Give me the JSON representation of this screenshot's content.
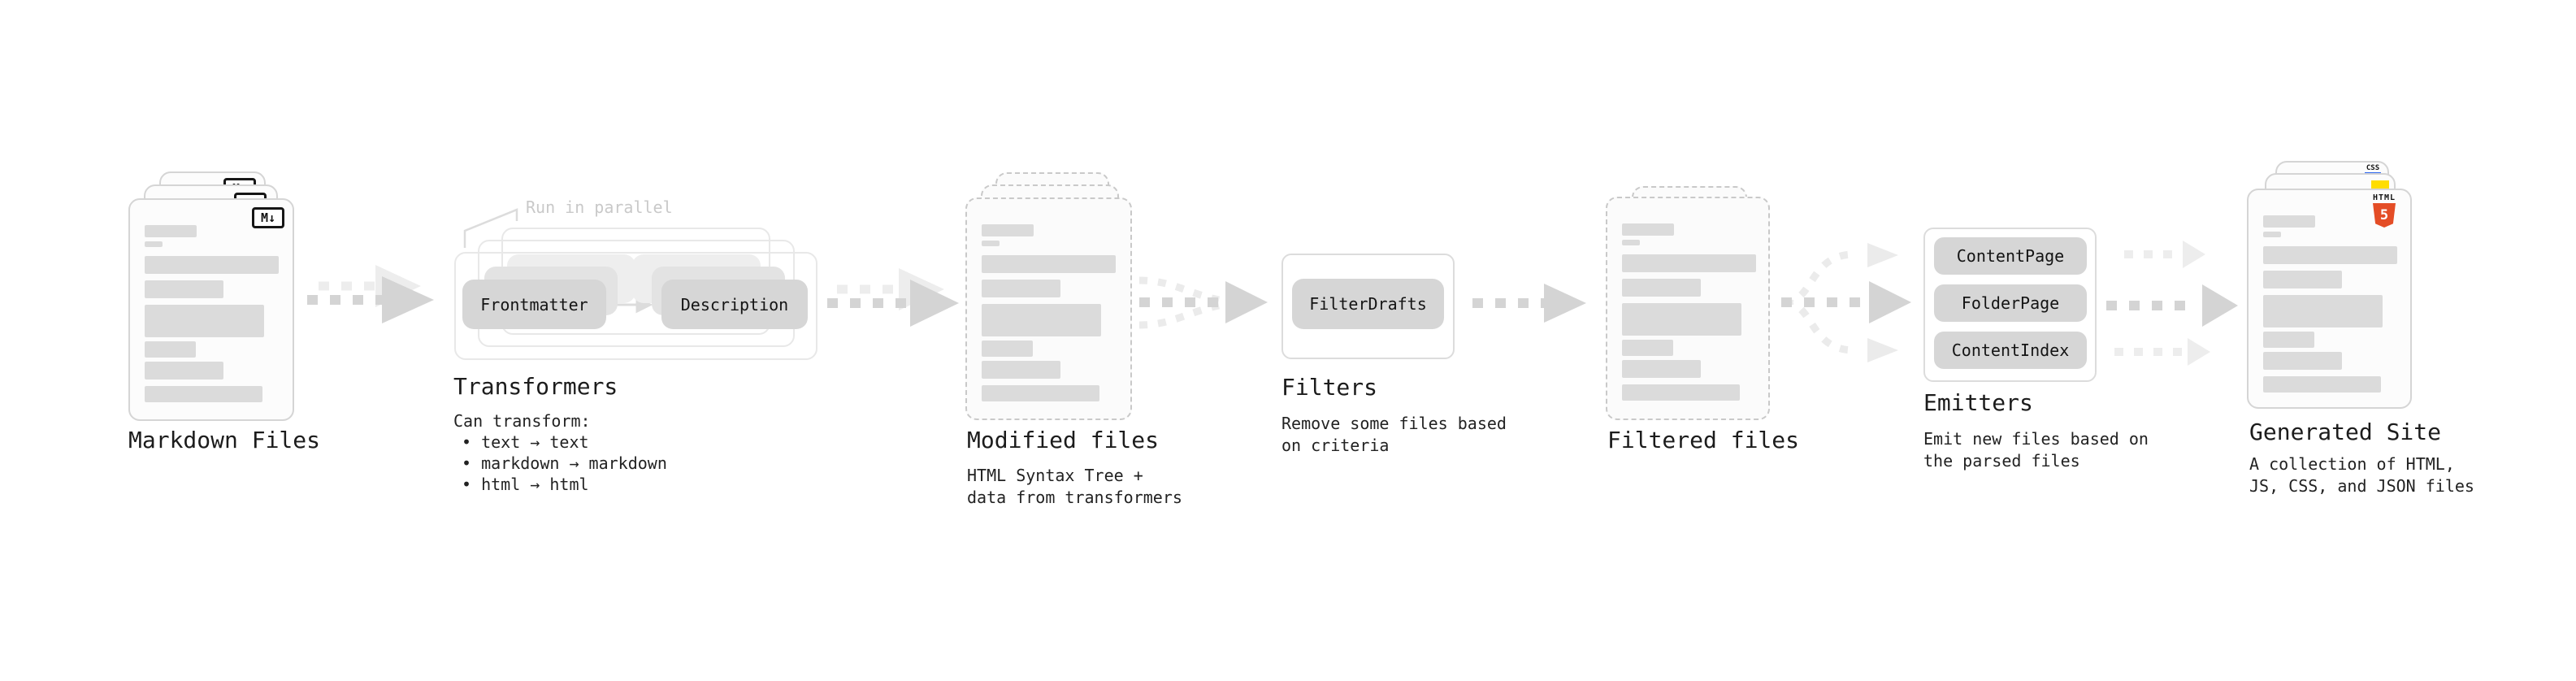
{
  "pipeline": {
    "markdown_files": {
      "label": "Markdown Files",
      "badge": "M↓"
    },
    "transformers": {
      "annotation": "Run in parallel",
      "pill_frontmatter": "Frontmatter",
      "pill_description": "Description",
      "heading": "Transformers",
      "desc_intro": "Can transform:",
      "bullets": [
        "• text → text",
        "• markdown → markdown",
        "• html → html"
      ]
    },
    "modified_files": {
      "heading": "Modified files",
      "desc_lines": [
        "HTML Syntax Tree +",
        "data from transformers"
      ]
    },
    "filters": {
      "pill": "FilterDrafts",
      "heading": "Filters",
      "desc_lines": [
        "Remove some files based",
        "on criteria"
      ]
    },
    "filtered_files": {
      "heading": "Filtered files"
    },
    "emitters": {
      "pills": [
        "ContentPage",
        "FolderPage",
        "ContentIndex"
      ],
      "heading": "Emitters",
      "desc_lines": [
        "Emit new files based on",
        "the parsed files"
      ]
    },
    "generated_site": {
      "heading": "Generated Site",
      "desc_lines": [
        "A collection of HTML,",
        "JS, CSS, and JSON files"
      ],
      "badge_html_word": "HTML",
      "badge_html_number": "5",
      "badge_css": "CSS"
    }
  },
  "colors": {
    "html5_orange": "#e44d26",
    "js_yellow": "#ffdd00",
    "css_blue": "#2b66f0",
    "arrow_main": "#d4d4d4",
    "arrow_light": "#ededed",
    "skeleton_gray": "#dbdbdb"
  }
}
